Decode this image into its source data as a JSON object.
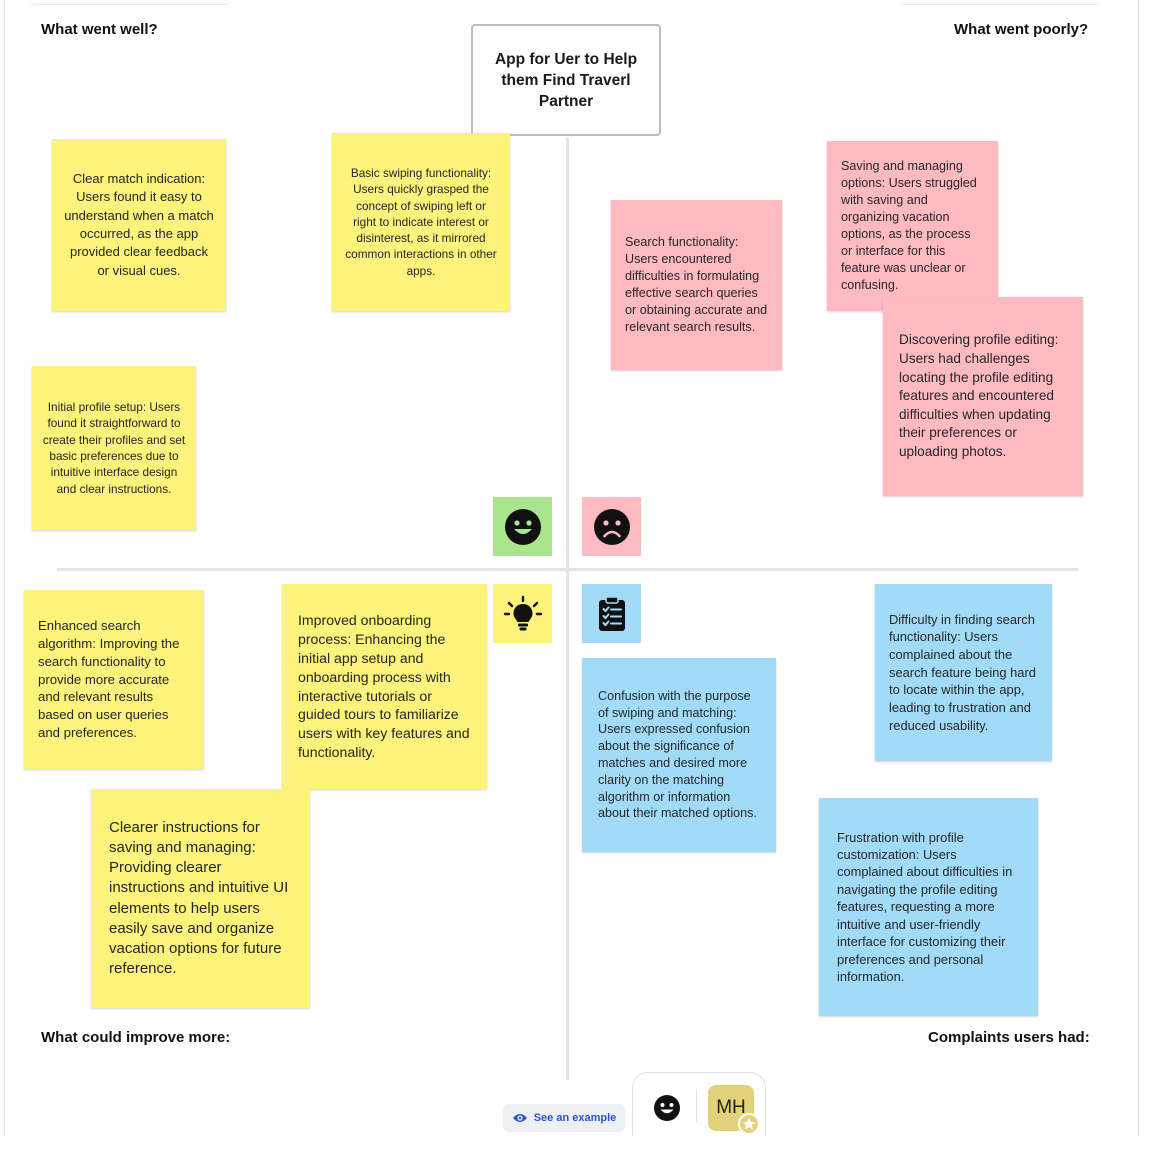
{
  "quadrants": {
    "top_left": "What went well?",
    "top_right": "What went poorly?",
    "bottom_left": "What could improve more:",
    "bottom_right": "Complaints users had:"
  },
  "title": "App for Uer to Help them Find Traverl Partner",
  "notes": {
    "clear_match": "Clear match indication: Users found it easy to understand when a match occurred, as the app provided clear feedback or visual cues.",
    "basic_swiping": "Basic swiping functionality: Users quickly grasped the concept of swiping left or right to indicate interest or disinterest, as it mirrored common interactions in other apps.",
    "initial_profile": "Initial profile setup: Users found it straightforward to create their profiles and set basic preferences due to intuitive interface design and clear instructions.",
    "search_functionality": "Search functionality: Users encountered difficulties in formulating effective search queries or obtaining accurate and relevant search results.",
    "saving_managing": "Saving and managing options: Users struggled with saving and organizing vacation options, as the process or interface for this feature was unclear or confusing.",
    "discovering_profile": "Discovering profile editing: Users had challenges locating the profile editing features and encountered difficulties when updating their preferences or uploading photos.",
    "enhanced_search": "Enhanced search algorithm: Improving the search functionality to provide more accurate and relevant results based on user queries and preferences.",
    "improved_onboarding": "Improved onboarding process: Enhancing the initial app setup and onboarding process with interactive tutorials or guided tours to familiarize users with key features and functionality.",
    "clearer_instructions": "Clearer instructions for saving and managing: Providing clearer instructions and intuitive UI elements to help users easily save and organize vacation options for future reference.",
    "confusion_swiping": "Confusion with the purpose of swiping and matching: Users expressed confusion about the significance of matches and desired more clarity on the matching algorithm or information about their matched options.",
    "difficulty_search": "Difficulty in finding search functionality: Users complained about the search feature being hard to locate within the app, leading to frustration and reduced usability.",
    "frustration_profile": "Frustration with profile customization: Users complained about difficulties in navigating the profile editing features, requesting a more intuitive and user-friendly interface for customizing their preferences and personal information."
  },
  "icons": {
    "happy": "smiley-face-icon",
    "sad": "sad-face-icon",
    "idea": "lightbulb-icon",
    "complaint": "clipboard-checklist-icon",
    "reaction": "smiley-reaction-icon",
    "example": "eye-icon",
    "badge": "star-badge-icon"
  },
  "colors": {
    "yellow_note": "#fcf37c",
    "pink_note": "#fdbbc1",
    "blue_note": "#a1dbf8",
    "happy_tile": "#a8e58d",
    "sad_tile": "#fdbbc1"
  },
  "footer": {
    "see_example": "See an example",
    "avatar_initials": "MH"
  }
}
